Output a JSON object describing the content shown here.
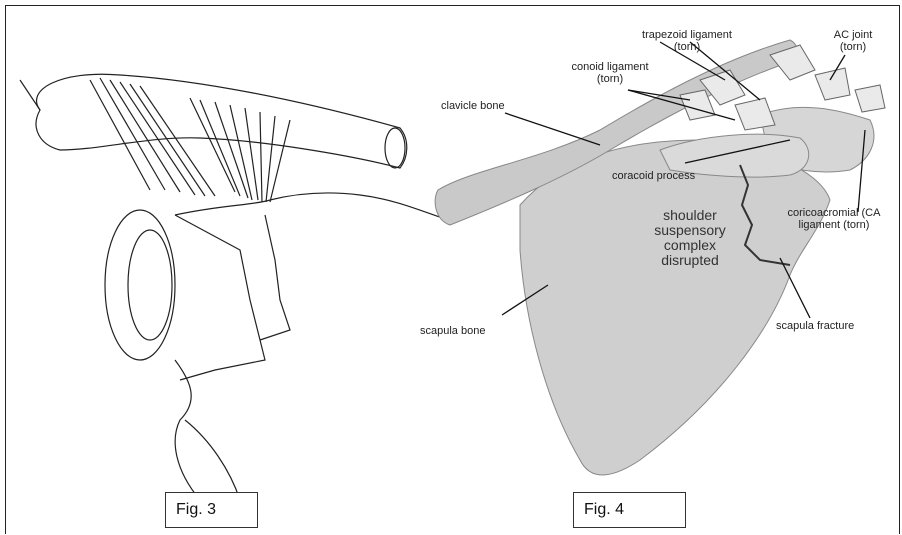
{
  "figures": {
    "fig3": {
      "label": "Fig. 3"
    },
    "fig4": {
      "label": "Fig. 4"
    }
  },
  "annotations": {
    "trapezoid": [
      "trapezoid ligament",
      "(torn)"
    ],
    "ac_joint": [
      "AC joint",
      "(torn)"
    ],
    "conoid": [
      "conoid ligament",
      "(torn)"
    ],
    "clavicle": "clavicle bone",
    "coracoid": "coracoid process",
    "cc_ligament": [
      "coricoacromial (CA",
      "ligament (torn)"
    ],
    "center": [
      "shoulder",
      "suspensory",
      "complex",
      "disrupted"
    ],
    "scapula_bone": "scapula bone",
    "scapula_fracture": "scapula fracture"
  },
  "colors": {
    "bone": "#cfcfcf",
    "ligament": "#e8e8e8",
    "ink": "#222222"
  }
}
